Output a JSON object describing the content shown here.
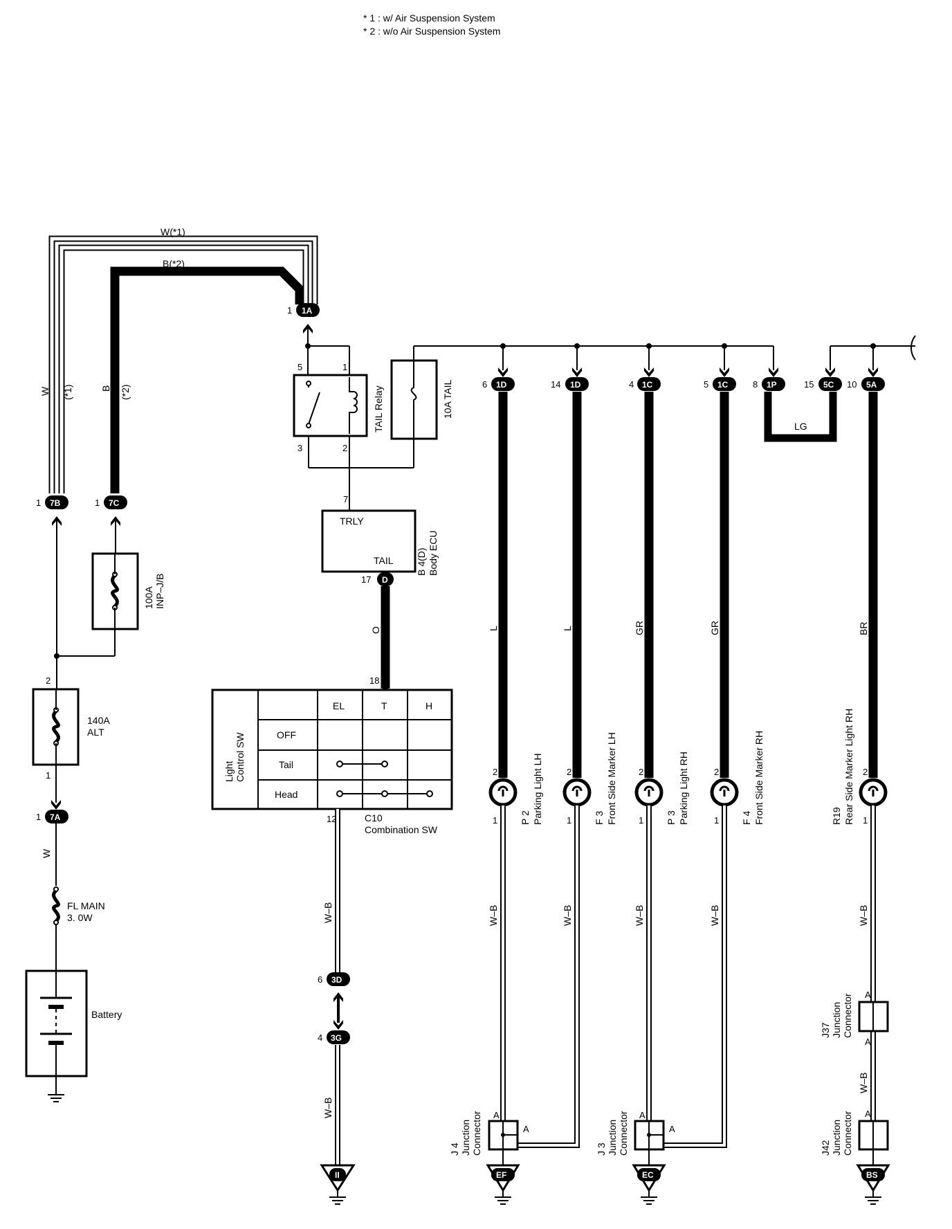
{
  "notes": {
    "n1": "* 1 : w/ Air Suspension System",
    "n2": "* 2 : w/o Air Suspension System"
  },
  "wires": {
    "w_star1": "W(*1)",
    "b_star2": "B(*2)",
    "w_left": "W",
    "star1": "(*1)",
    "b_left": "B",
    "star2": "(*2)",
    "w_battery": "W",
    "o_ecu": "O",
    "lg": "LG",
    "l1": "L",
    "l2": "L",
    "gr1": "GR",
    "gr2": "GR",
    "br": "BR",
    "wb_sw": "W–B",
    "wb_gnd": "W–B",
    "wb_p2": "W–B",
    "wb_f3": "W–B",
    "wb_p3": "W–B",
    "wb_f4": "W–B",
    "wb_r19": "W–B",
    "wb_j37": "W–B"
  },
  "connectors": {
    "c1a": "1A",
    "c7b": "7B",
    "c7c": "7C",
    "c7a": "7A",
    "c1d_6": "1D",
    "c1d_14": "1D",
    "c1c_4": "1C",
    "c1c_5": "1C",
    "c1p": "1P",
    "c5c": "5C",
    "c5a": "5A",
    "cd": "D",
    "c3d": "3D",
    "c3g": "3G"
  },
  "pins": {
    "p1a": "1",
    "p7b": "1",
    "p7c": "1",
    "p7a": "1",
    "relay5": "5",
    "relay1": "1",
    "relay3": "3",
    "relay2": "2",
    "ecu7": "7",
    "ecu17": "17",
    "sw18": "18",
    "sw12": "12",
    "alt2": "2",
    "alt1": "1",
    "pin6": "6",
    "pin14": "14",
    "pin4": "4",
    "pin5": "5",
    "pin8": "8",
    "pin15": "15",
    "pin10": "10",
    "g6": "6",
    "g4": "4",
    "l2a": "2",
    "l2b": "2",
    "l2c": "2",
    "l2d": "2",
    "l2e": "2",
    "l1a": "1",
    "l1b": "1",
    "l1c": "1",
    "l1d": "1",
    "l1e": "1",
    "ja1": "A",
    "ja2": "A",
    "ja3": "A",
    "ja4": "A",
    "j37a": "A",
    "j37b": "A",
    "j42a": "A"
  },
  "components": {
    "tail_relay": "TAIL Relay",
    "fuse_10a": "10A TAIL",
    "fuse_100a_1": "100A",
    "fuse_100a_2": "INP–J/B",
    "fuse_140a_1": "140A",
    "fuse_140a_2": "ALT",
    "fl_main_1": "FL MAIN",
    "fl_main_2": "3. 0W",
    "battery": "Battery",
    "ecu_trly": "TRLY",
    "ecu_tail": "TAIL",
    "ecu_id": "B 4(D)",
    "ecu_name": "Body ECU",
    "sw_id": "C10",
    "sw_name": "Combination SW",
    "lcs_1": "Light",
    "lcs_2": "Control SW",
    "p2_id": "P 2",
    "p2_name": "Parking Light LH",
    "f3_id": "F 3",
    "f3_name": "Front Side Marker LH",
    "p3_id": "P 3",
    "p3_name": "Parking Light RH",
    "f4_id": "F 4",
    "f4_name": "Front Side Marker RH",
    "r19_id": "R19",
    "r19_name": "Rear Side Marker Light RH",
    "j4_id": "J 4",
    "j4_name1": "Junction",
    "j4_name2": "Connector",
    "j3_id": "J 3",
    "j3_name1": "Junction",
    "j3_name2": "Connector",
    "j37_id": "J37",
    "j37_name1": "Junction",
    "j37_name2": "Connector",
    "j42_id": "J42",
    "j42_name1": "Junction",
    "j42_name2": "Connector"
  },
  "switch_table": {
    "col_el": "EL",
    "col_t": "T",
    "col_h": "H",
    "row_off": "OFF",
    "row_tail": "Tail",
    "row_head": "Head"
  },
  "grounds": {
    "g_ii": "II",
    "g_ef": "EF",
    "g_ec": "EC",
    "g_bs": "BS"
  }
}
